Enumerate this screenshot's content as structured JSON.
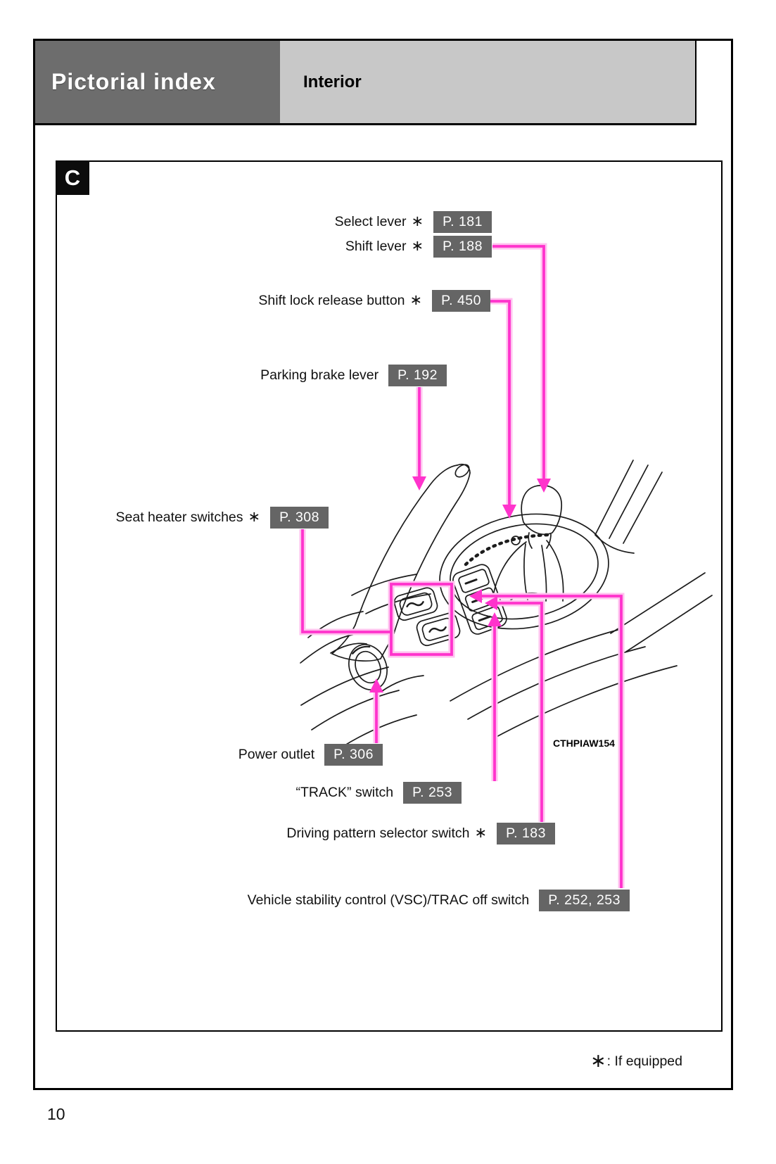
{
  "header": {
    "title": "Pictorial index",
    "subtitle": "Interior"
  },
  "section_badge": "C",
  "symbols": {
    "star": "∗",
    "footnote_star": "∗"
  },
  "labels": [
    {
      "text": "Select lever",
      "has_star": true,
      "page_ref": "P. 181"
    },
    {
      "text": "Shift lever",
      "has_star": true,
      "page_ref": "P. 188"
    },
    {
      "text": "Shift lock release button",
      "has_star": true,
      "page_ref": "P. 450"
    },
    {
      "text": "Parking brake lever",
      "has_star": false,
      "page_ref": "P. 192"
    },
    {
      "text": "Seat heater switches",
      "has_star": true,
      "page_ref": "P. 308"
    },
    {
      "text": "Power outlet",
      "has_star": false,
      "page_ref": "P. 306"
    },
    {
      "text": "“TRACK” switch",
      "has_star": false,
      "page_ref": "P. 253"
    },
    {
      "text": "Driving pattern selector switch",
      "has_star": true,
      "page_ref": "P. 183"
    },
    {
      "text": "Vehicle stability control (VSC)/TRAC off switch",
      "has_star": false,
      "page_ref": "P. 252, 253"
    }
  ],
  "figure": {
    "code": "CTHPIAW154"
  },
  "footnote": {
    "text": ": If equipped"
  },
  "page_number": "10",
  "colors": {
    "accent_magenta": "#ff33cc",
    "ref_box_gray": "#656565",
    "header_dark_gray": "#6d6d6d",
    "header_light_gray": "#c8c8c8"
  }
}
